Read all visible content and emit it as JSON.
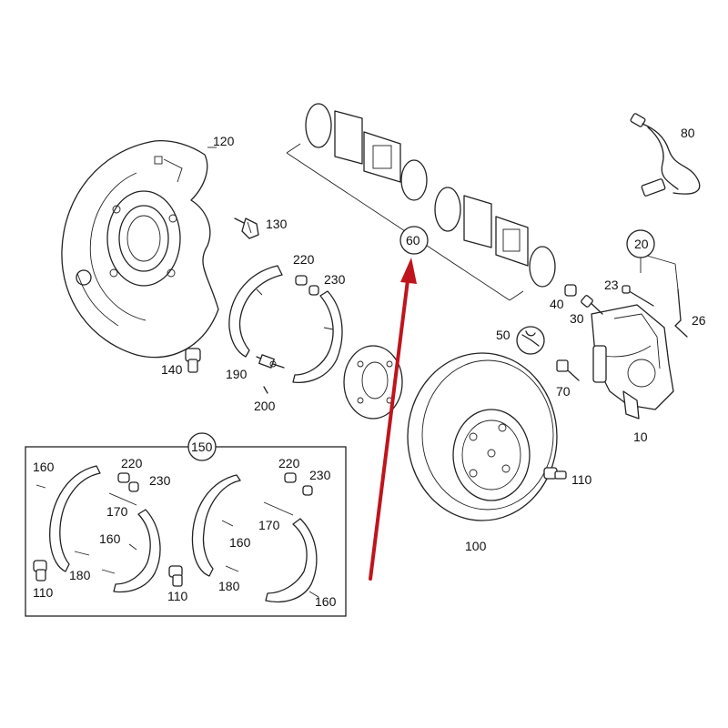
{
  "labels": {
    "l120": "120",
    "l130": "130",
    "l140": "140",
    "l190": "190",
    "l200": "200",
    "l220a": "220",
    "l230a": "230",
    "l60": "60",
    "l80": "80",
    "l20": "20",
    "l23": "23",
    "l26": "26",
    "l40": "40",
    "l30": "30",
    "l50": "50",
    "l70": "70",
    "l10": "10",
    "l110a": "110",
    "l100": "100",
    "l150": "150",
    "l160a": "160",
    "l220b": "220",
    "l230b": "230",
    "l170a": "170",
    "l160b": "160",
    "l180a": "180",
    "l110b": "110",
    "l110c": "110",
    "l220c": "220",
    "l230c": "230",
    "l170b": "170",
    "l160c": "160",
    "l180b": "180",
    "l160d": "160"
  },
  "colors": {
    "arrow": "#c0141c",
    "line": "#222222",
    "background": "#ffffff"
  },
  "highlighted_part": "60"
}
